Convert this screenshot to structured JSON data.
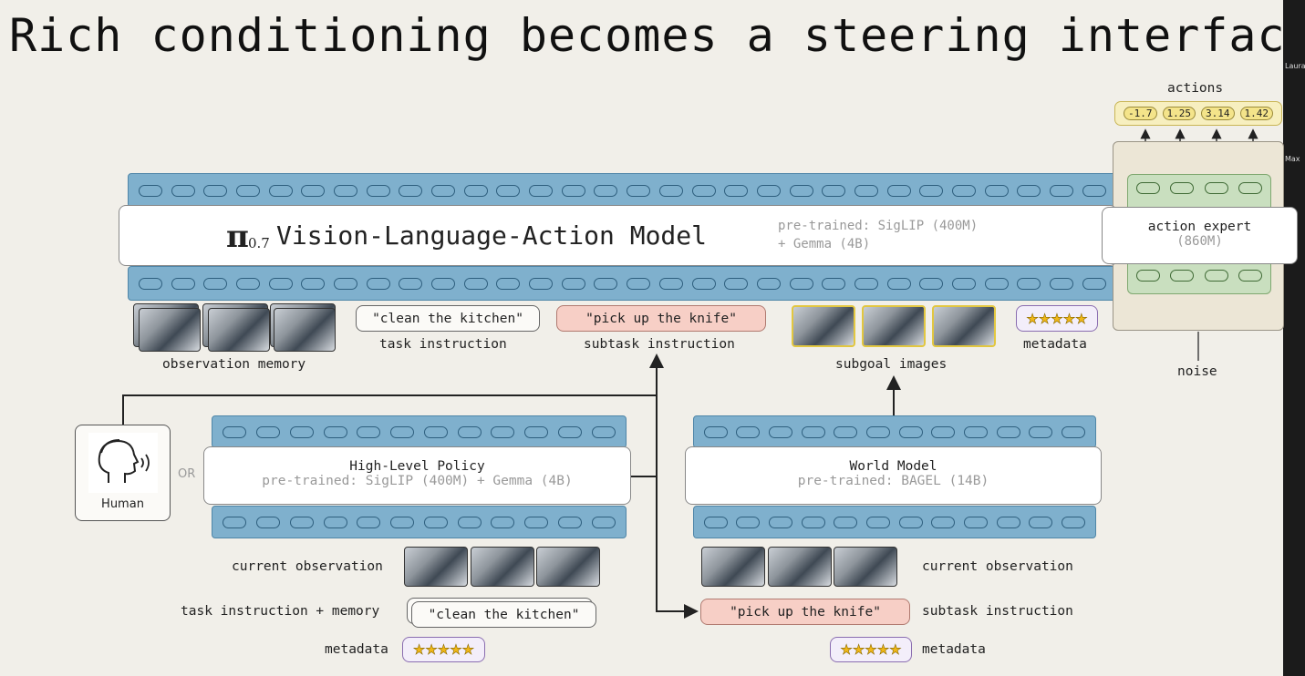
{
  "title": "Rich conditioning becomes a steering interface",
  "sidebar": {
    "names": [
      "Laura",
      "Max"
    ]
  },
  "vla": {
    "symbol": "π",
    "subscript": "0.7",
    "name": "Vision-Language-Action Model",
    "pretrained_line1": "pre-trained: SigLIP (400M)",
    "pretrained_line2": "+ Gemma (4B)"
  },
  "action_expert": {
    "label": "action expert",
    "size": "(860M)"
  },
  "actions": {
    "label": "actions",
    "values": [
      "-1.7",
      "1.25",
      "3.14",
      "1.42"
    ]
  },
  "noise_label": "noise",
  "inputs": {
    "observation_memory": "observation memory",
    "task_instruction_text": "\"clean the kitchen\"",
    "task_instruction_label": "task instruction",
    "subtask_instruction_text": "\"pick up the knife\"",
    "subtask_instruction_label": "subtask instruction",
    "subgoal_images": "subgoal images",
    "metadata": "metadata",
    "stars": "★★★★★"
  },
  "human": {
    "label": "Human",
    "or": "OR"
  },
  "high_level": {
    "title": "High-Level Policy",
    "sub": "pre-trained: SigLIP (400M) + Gemma (4B)",
    "current_observation": "current observation",
    "task_memory_label": "task instruction + memory",
    "task_memory_text": "\"clean the kitchen\"",
    "metadata": "metadata"
  },
  "world_model": {
    "title": "World Model",
    "sub": "pre-trained: BAGEL (14B)",
    "current_observation": "current observation",
    "subtask_text": "\"pick up the knife\"",
    "subtask_label": "subtask instruction",
    "metadata": "metadata"
  }
}
